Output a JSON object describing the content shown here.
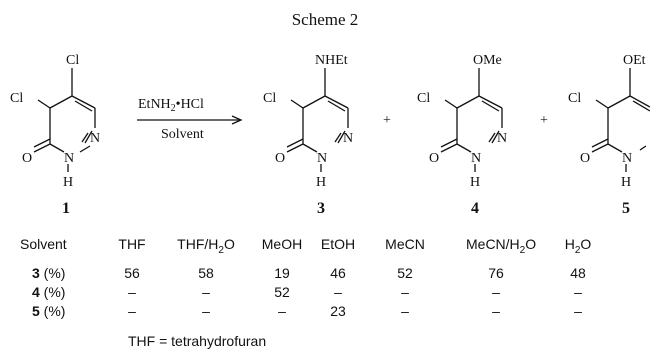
{
  "scheme": {
    "title": "Scheme 2"
  },
  "compounds": [
    {
      "id": "1",
      "substituent": "Cl"
    },
    {
      "id": "3",
      "substituent": "NHEt"
    },
    {
      "id": "4",
      "substituent": "OMe"
    },
    {
      "id": "5",
      "substituent": "OEt"
    }
  ],
  "atoms": {
    "cl": "Cl",
    "o": "O",
    "n": "N",
    "h": "H",
    "plus": "+"
  },
  "reaction": {
    "reagent_main": "EtNH",
    "reagent_sub": "2",
    "reagent_suffix": "•HCl",
    "condition": "Solvent"
  },
  "table": {
    "header_label": "Solvent",
    "solvents": [
      "THF",
      "THF/H2O",
      "MeOH",
      "EtOH",
      "MeCN",
      "MeCN/H2O",
      "H2O"
    ],
    "rows": [
      {
        "compound": "3",
        "unit": " (%)",
        "values": [
          "56",
          "58",
          "19",
          "46",
          "52",
          "76",
          "48"
        ]
      },
      {
        "compound": "4",
        "unit": " (%)",
        "values": [
          "–",
          "–",
          "52",
          "–",
          "–",
          "–",
          "–"
        ]
      },
      {
        "compound": "5",
        "unit": " (%)",
        "values": [
          "–",
          "–",
          "–",
          "23",
          "–",
          "–",
          "–"
        ]
      }
    ]
  },
  "footnote": "THF = tetrahydrofuran"
}
